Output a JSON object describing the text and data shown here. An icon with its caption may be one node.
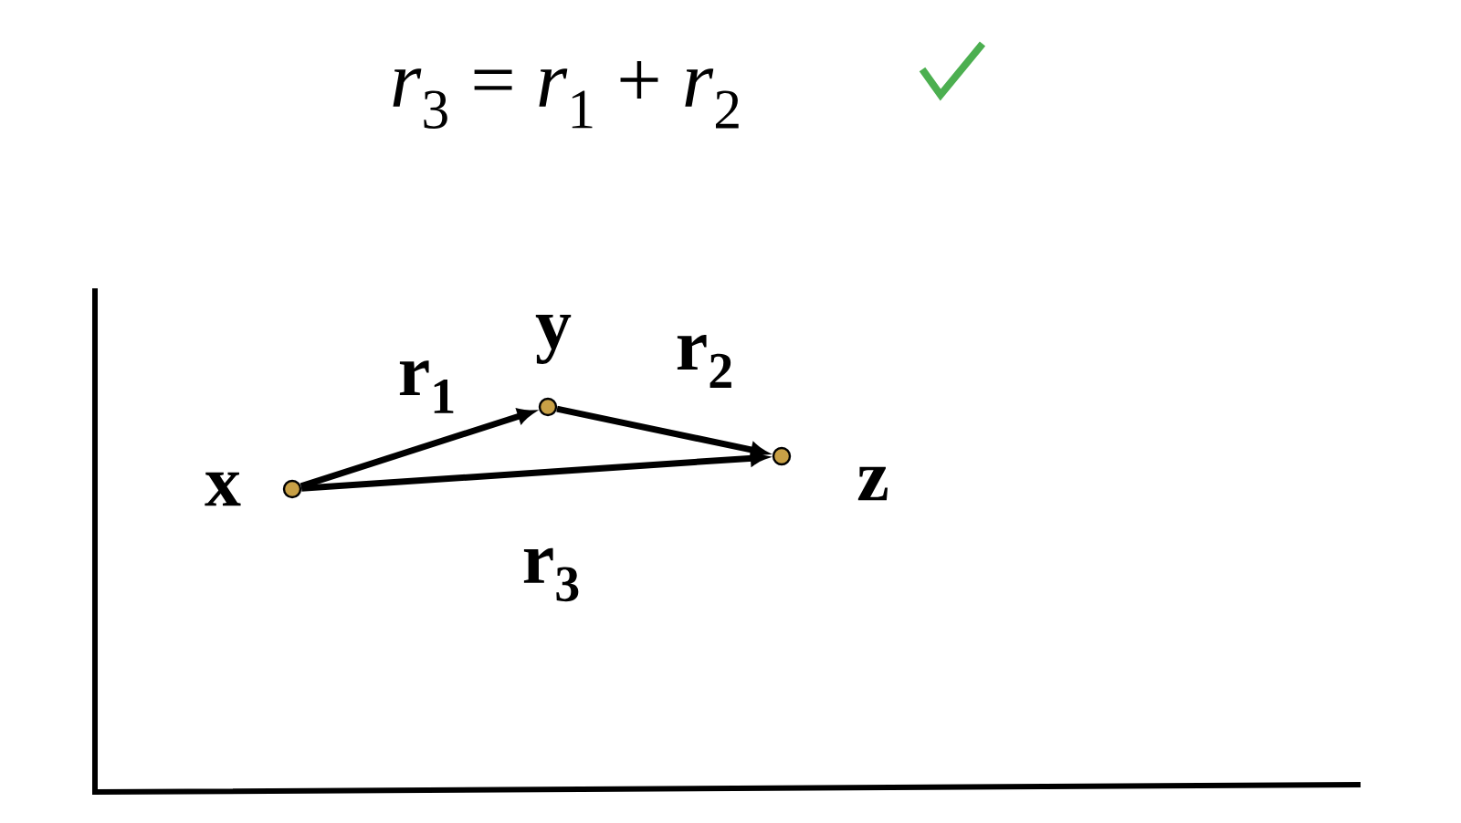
{
  "diagram": {
    "title": "*r*$_{3}$ = *r*$_{1}$ + *r*$_{2}$",
    "nodes": [
      {
        "text": [],
        "shape": "circle",
        "beside": [
          "x"
        ]
      },
      {
        "text": [],
        "shape": "circle",
        "beside": [
          "y"
        ]
      },
      {
        "text": [],
        "shape": "circle",
        "beside": [
          "z"
        ]
      }
    ],
    "edges": [
      {
        "from": 0,
        "to": 1,
        "arrow": "to",
        "label": "r$_{1}$"
      },
      {
        "from": 1,
        "to": 2,
        "arrow": "to",
        "label": "r$_{2}$"
      },
      {
        "from": 0,
        "to": 2,
        "arrow": "to",
        "label": "r$_{3}$"
      }
    ]
  }
}
